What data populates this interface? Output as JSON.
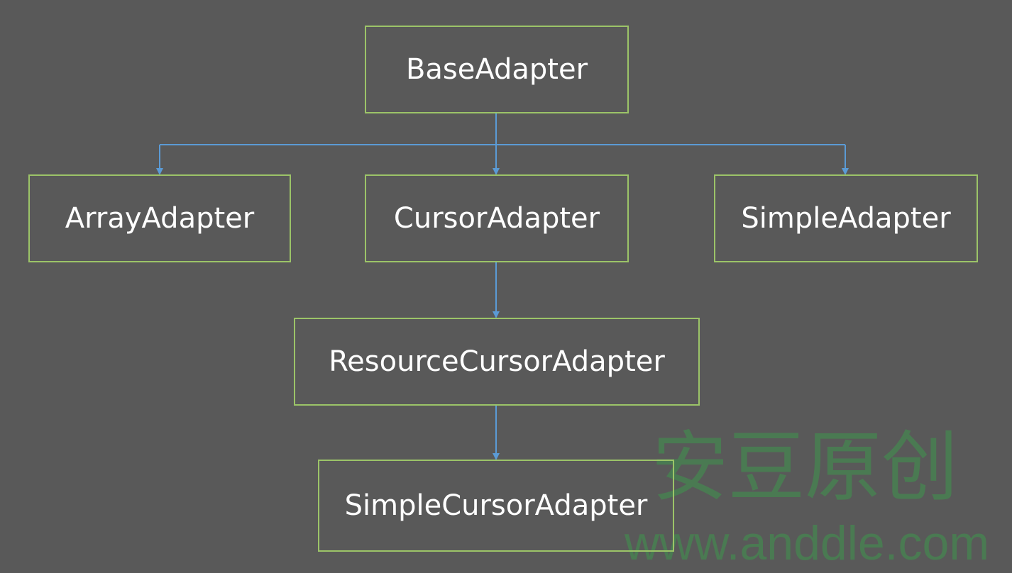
{
  "nodes": {
    "base": "BaseAdapter",
    "array": "ArrayAdapter",
    "cursor": "CursorAdapter",
    "simple": "SimpleAdapter",
    "resource_cursor": "ResourceCursorAdapter",
    "simple_cursor": "SimpleCursorAdapter"
  },
  "edges": [
    [
      "BaseAdapter",
      "ArrayAdapter"
    ],
    [
      "BaseAdapter",
      "CursorAdapter"
    ],
    [
      "BaseAdapter",
      "SimpleAdapter"
    ],
    [
      "CursorAdapter",
      "ResourceCursorAdapter"
    ],
    [
      "ResourceCursorAdapter",
      "SimpleCursorAdapter"
    ]
  ],
  "watermark": {
    "title": "安豆原创",
    "url": "www.anddle.com"
  },
  "colors": {
    "background": "#595959",
    "box_border": "#9cc468",
    "connector": "#5b9bd5",
    "watermark": "#4a7a52"
  }
}
